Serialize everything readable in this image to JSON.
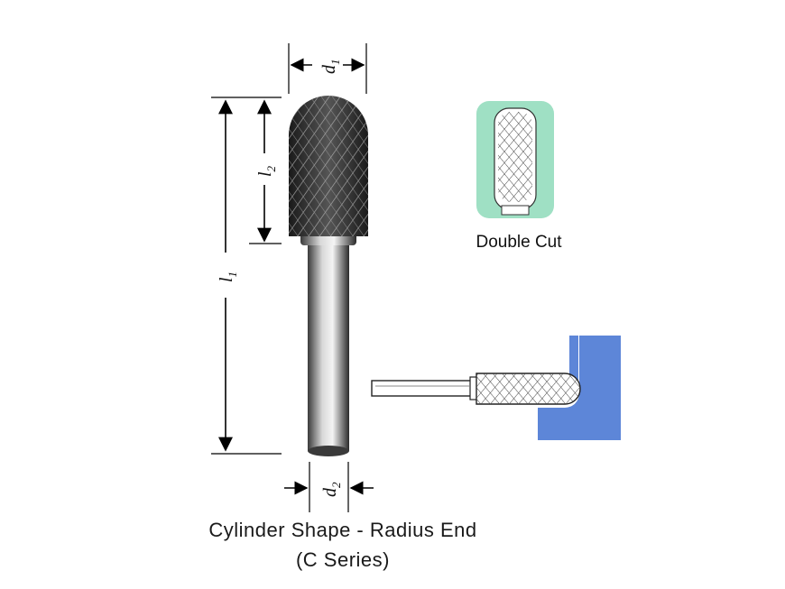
{
  "diagram": {
    "title": "Cylinder Shape - Radius End",
    "series": "(C Series)",
    "cut_type": "Double Cut",
    "dimensions": {
      "d1": {
        "main": "d",
        "sub": "1"
      },
      "d2": {
        "main": "d",
        "sub": "2"
      },
      "l1": {
        "main": "l",
        "sub": "1"
      },
      "l2": {
        "main": "l",
        "sub": "2"
      }
    },
    "colors": {
      "cut_panel": "#9fe0c4",
      "workpiece": "#5d86d8",
      "burr_dark": "#2b2b2b"
    }
  }
}
